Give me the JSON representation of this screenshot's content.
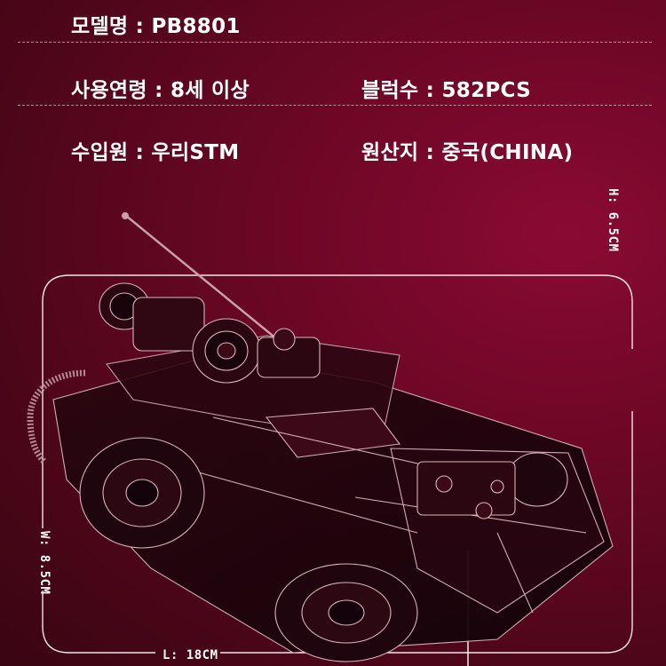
{
  "specs": {
    "model": "모델명 : PB8801",
    "age": "사용연령 : 8세 이상",
    "blocks": "블럭수 : 582PCS",
    "importer": "수입원 : 우리STM",
    "origin": "원산지 : 중국(CHINA)"
  },
  "dimensions": {
    "height": "H: 6.5CM",
    "width": "W: 8.5CM",
    "length": "L: 18CM"
  },
  "colors": {
    "background": "#6d0726",
    "accent": "#8a0a33",
    "text": "#ffffff"
  }
}
